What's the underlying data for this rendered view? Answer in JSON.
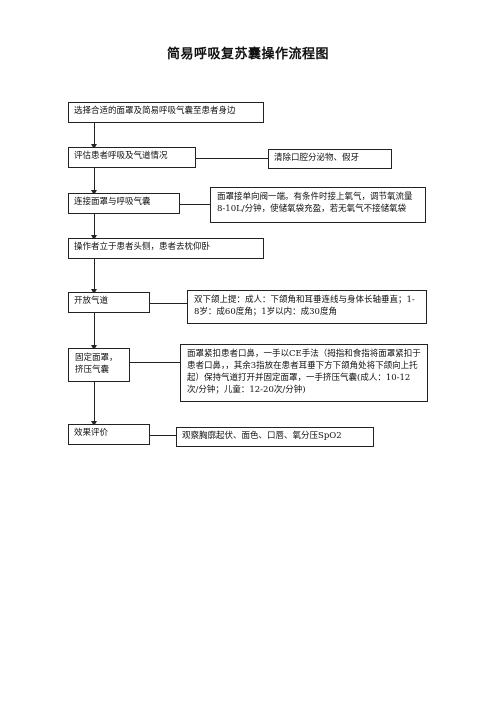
{
  "title": "简易呼吸复苏囊操作流程图",
  "steps": [
    {
      "label": "选择合适的面罩及简易呼吸气囊至患者身边"
    },
    {
      "label": "评估患者呼吸及气道情况"
    },
    {
      "label": "连接面罩与呼吸气囊"
    },
    {
      "label": "操作者立于患者头侧，患者去枕仰卧"
    },
    {
      "label": "开放气道"
    },
    {
      "label": "固定面罩，挤压气囊"
    },
    {
      "label": "效果评价"
    }
  ],
  "notes": {
    "assess": "清除口腔分泌物、假牙",
    "connect": "面罩接单向阀一端。有条件时接上氧气，调节氧流量8-10L/分钟，使储氧袋充盈，若无氧气不接储氧袋",
    "airway": "双下颌上提：成人：下颌角和耳垂连线与身体长轴垂直；1-8岁：成60度角；1岁以内：成30度角",
    "squeeze": "面罩紧扣患者口鼻，一手以CE手法（拇指和食指将面罩紧扣于患者口鼻，，其余3指放在患者耳垂下方下颌角处将下颌向上托起）保持气道打开并固定面罩，一手挤压气囊(成人：10-12次/分钟；儿童：12-20次/分钟)",
    "evaluate": "观察胸廓起伏、面色、口唇、氧分压SpO2"
  }
}
